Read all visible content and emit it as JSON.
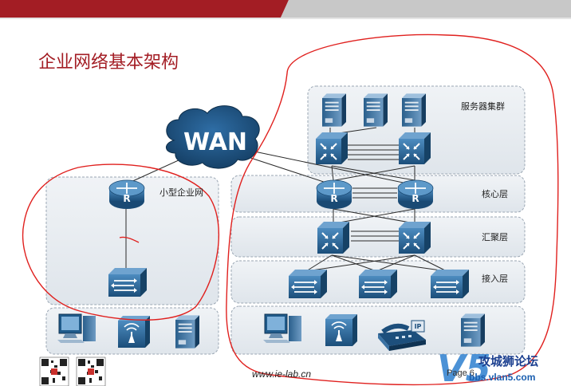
{
  "slide": {
    "title": "企业网络基本架构",
    "footer_url": "www.ie-lab.cn",
    "page_label": "Page 6"
  },
  "diagram": {
    "wan_label": "WAN",
    "router_glyph": "R",
    "small_enterprise_label": "小型企业网",
    "layers": {
      "servers": "服务器集群",
      "core": "核心层",
      "aggregation": "汇聚层",
      "access": "接入层"
    },
    "ip_badge": "IP"
  },
  "watermark": {
    "text": "攻城狮论坛",
    "url": "bbs.vlan5.com",
    "logo_letter": "V5"
  },
  "colors": {
    "title": "#a31d24",
    "header_band": "#a31d24",
    "panel_fill": "#e9edf2",
    "panel_border": "#9aa6b3",
    "device_blue": "#1d5a86",
    "wan_cloud": "#1f4f7a",
    "annotation_red": "#e0201e",
    "link": "#2a2a2a"
  },
  "icons": [
    "router-icon",
    "switch-icon",
    "server-icon",
    "pc-icon",
    "wireless-ap-icon",
    "ip-phone-icon",
    "wan-cloud-icon",
    "qr-code-icon"
  ]
}
